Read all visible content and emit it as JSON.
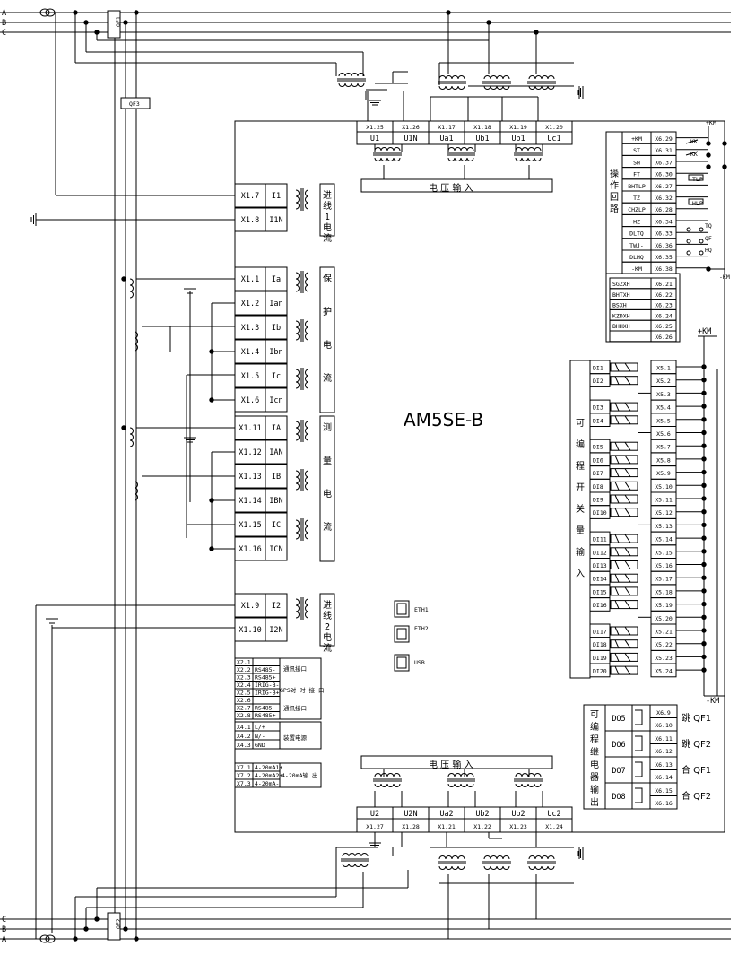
{
  "model": "AM5SE-B",
  "bus_labels": {
    "a": "A",
    "b": "B",
    "c": "C"
  },
  "breakers": {
    "qf1": "QF1",
    "qf2": "QF2",
    "qf3": "QF3"
  },
  "voltage_input_title": "电  压  输  入",
  "top_terminals": [
    {
      "term": "X1.25",
      "sig": "U1"
    },
    {
      "term": "X1.26",
      "sig": "U1N"
    },
    {
      "term": "X1.17",
      "sig": "Ua1"
    },
    {
      "term": "X1.18",
      "sig": "Ub1"
    },
    {
      "term": "X1.19",
      "sig": "Ub1"
    },
    {
      "term": "X1.20",
      "sig": "Uc1"
    }
  ],
  "bottom_terminals": [
    {
      "term": "X1.27",
      "sig": "U2"
    },
    {
      "term": "X1.28",
      "sig": "U2N"
    },
    {
      "term": "X1.21",
      "sig": "Ua2"
    },
    {
      "term": "X1.22",
      "sig": "Ub2"
    },
    {
      "term": "X1.23",
      "sig": "Ub2"
    },
    {
      "term": "X1.24",
      "sig": "Uc2"
    }
  ],
  "line1_current": {
    "label": "进线1电流",
    "rows": [
      {
        "term": "X1.7",
        "sig": "I1"
      },
      {
        "term": "X1.8",
        "sig": "I1N"
      }
    ]
  },
  "protection_current": {
    "label": "保护电流",
    "rows": [
      {
        "term": "X1.1",
        "sig": "Ia"
      },
      {
        "term": "X1.2",
        "sig": "Ian"
      },
      {
        "term": "X1.3",
        "sig": "Ib"
      },
      {
        "term": "X1.4",
        "sig": "Ibn"
      },
      {
        "term": "X1.5",
        "sig": "Ic"
      },
      {
        "term": "X1.6",
        "sig": "Icn"
      }
    ]
  },
  "measure_current": {
    "label": "测量电流",
    "rows": [
      {
        "term": "X1.11",
        "sig": "IA"
      },
      {
        "term": "X1.12",
        "sig": "IAN"
      },
      {
        "term": "X1.13",
        "sig": "IB"
      },
      {
        "term": "X1.14",
        "sig": "IBN"
      },
      {
        "term": "X1.15",
        "sig": "IC"
      },
      {
        "term": "X1.16",
        "sig": "ICN"
      }
    ]
  },
  "line2_current": {
    "label": "进线2电流",
    "rows": [
      {
        "term": "X1.9",
        "sig": "I2"
      },
      {
        "term": "X1.10",
        "sig": "I2N"
      }
    ]
  },
  "operation_loop": {
    "label": "操作回路",
    "rows": [
      {
        "sig": "+KM",
        "term": "X6.29"
      },
      {
        "sig": "ST",
        "term": "X6.31"
      },
      {
        "sig": "SH",
        "term": "X6.37"
      },
      {
        "sig": "FT",
        "term": "X6.30"
      },
      {
        "sig": "BHTLP",
        "term": "X6.27"
      },
      {
        "sig": "TZ",
        "term": "X6.32"
      },
      {
        "sig": "CHZLP",
        "term": "X6.28"
      },
      {
        "sig": "HZ",
        "term": "X6.34"
      },
      {
        "sig": "DLTQ",
        "term": "X6.33"
      },
      {
        "sig": "TWJ-",
        "term": "X6.36"
      },
      {
        "sig": "DLHQ",
        "term": "X6.35"
      },
      {
        "sig": "-KM",
        "term": "X6.38"
      }
    ],
    "ext": {
      "km_pos": "+KM",
      "km_neg": "-KM",
      "kk1": "KK",
      "kk2": "KK",
      "tlp": "TLP",
      "hlp": "HLP",
      "tq": "TQ",
      "qf": "QF",
      "hq": "HQ"
    }
  },
  "signal_rows": [
    {
      "sig": "SGZXH",
      "term": "X6.21"
    },
    {
      "sig": "BHTXH",
      "term": "X6.22"
    },
    {
      "sig": "BSXH",
      "term": "X6.23"
    },
    {
      "sig": "KZDXH",
      "term": "X6.24"
    },
    {
      "sig": "BHHXH",
      "term": "X6.25"
    },
    {
      "sig": "",
      "term": "X6.26"
    }
  ],
  "digital_inputs": {
    "label": "可编程开关量输入",
    "rows": [
      {
        "di": "DI1",
        "term": "X5.1"
      },
      {
        "di": "DI2",
        "term": "X5.2"
      },
      {
        "di": "",
        "term": "X5.3"
      },
      {
        "di": "DI3",
        "term": "X5.4"
      },
      {
        "di": "DI4",
        "term": "X5.5"
      },
      {
        "di": "",
        "term": "X5.6"
      },
      {
        "di": "DI5",
        "term": "X5.7"
      },
      {
        "di": "DI6",
        "term": "X5.8"
      },
      {
        "di": "DI7",
        "term": "X5.9"
      },
      {
        "di": "DI8",
        "term": "X5.10"
      },
      {
        "di": "DI9",
        "term": "X5.11"
      },
      {
        "di": "DI10",
        "term": "X5.12"
      },
      {
        "di": "",
        "term": "X5.13"
      },
      {
        "di": "DI11",
        "term": "X5.14"
      },
      {
        "di": "DI12",
        "term": "X5.15"
      },
      {
        "di": "DI13",
        "term": "X5.16"
      },
      {
        "di": "DI14",
        "term": "X5.17"
      },
      {
        "di": "DI15",
        "term": "X5.18"
      },
      {
        "di": "DI16",
        "term": "X5.19"
      },
      {
        "di": "",
        "term": "X5.20"
      },
      {
        "di": "DI17",
        "term": "X5.21"
      },
      {
        "di": "DI18",
        "term": "X5.22"
      },
      {
        "di": "DI19",
        "term": "X5.23"
      },
      {
        "di": "DI20",
        "term": "X5.24"
      }
    ],
    "km_pos": "+KM",
    "km_neg": "-KM"
  },
  "relay_outputs": {
    "label": "可编程继电器输出",
    "rows": [
      {
        "out": "DO5",
        "t1": "X6.9",
        "t2": "X6.10",
        "fn": "跳 QF1"
      },
      {
        "out": "DO6",
        "t1": "X6.11",
        "t2": "X6.12",
        "fn": "跳 QF2"
      },
      {
        "out": "DO7",
        "t1": "X6.13",
        "t2": "X6.14",
        "fn": "合 QF1"
      },
      {
        "out": "DO8",
        "t1": "X6.15",
        "t2": "X6.16",
        "fn": "合 QF2"
      }
    ]
  },
  "ethernet": {
    "eth1": "ETH1",
    "eth2": "ETH2",
    "usb": "USB"
  },
  "comm_block": {
    "rows": [
      {
        "term": "X2.1",
        "sig": ""
      },
      {
        "term": "X2.2",
        "sig": "RS485-"
      },
      {
        "term": "X2.3",
        "sig": "RS485+"
      },
      {
        "term": "X2.4",
        "sig": "IRIG-B-"
      },
      {
        "term": "X2.5",
        "sig": "IRIG-B+"
      },
      {
        "term": "X2.6",
        "sig": ""
      },
      {
        "term": "X2.7",
        "sig": "RS485-"
      },
      {
        "term": "X2.8",
        "sig": "RS485+"
      }
    ],
    "labels": [
      "通讯接口",
      "GPS对 时 接 口",
      "通讯接口"
    ]
  },
  "power_block": {
    "rows": [
      {
        "term": "X4.1",
        "sig": "L/+"
      },
      {
        "term": "X4.2",
        "sig": "N/-"
      },
      {
        "term": "X4.3",
        "sig": "GND"
      }
    ],
    "label": "装置电源"
  },
  "analog_out_block": {
    "rows": [
      {
        "term": "X7.1",
        "sig": "4-20mA1+"
      },
      {
        "term": "X7.2",
        "sig": "4-20mA2+"
      },
      {
        "term": "X7.3",
        "sig": "4-20mA-"
      }
    ],
    "label": "4-20mA输 出"
  }
}
